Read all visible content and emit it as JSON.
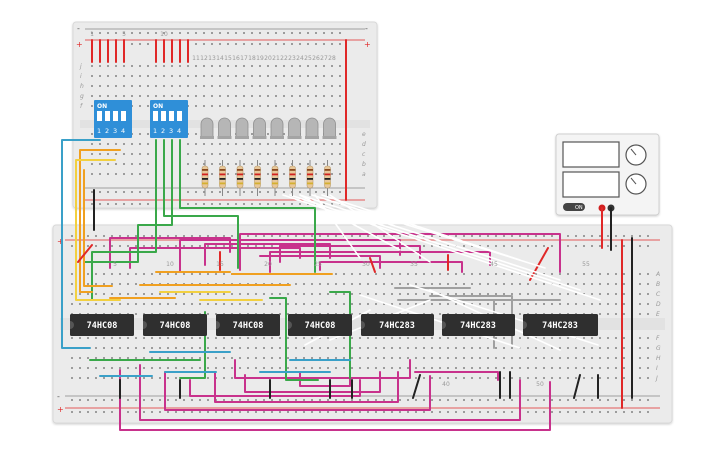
{
  "chips": [
    "74HC08",
    "74HC08",
    "74HC08",
    "74HC08",
    "74HC283",
    "74HC283",
    "74HC283"
  ],
  "dip_switches": [
    {
      "on": "ON",
      "numbers": [
        "1",
        "2",
        "3",
        "4"
      ]
    },
    {
      "on": "ON",
      "numbers": [
        "1",
        "2",
        "3",
        "4"
      ]
    }
  ],
  "top_board": {
    "column_numbers": [
      "1",
      "5",
      "10",
      "11",
      "12",
      "13",
      "14",
      "15",
      "16",
      "17",
      "18",
      "19",
      "20",
      "21",
      "22",
      "23",
      "24",
      "25",
      "26",
      "27",
      "28"
    ],
    "row_letters_top": [
      "j",
      "i",
      "h",
      "g",
      "f"
    ],
    "row_letters_bottom": [
      "e",
      "d",
      "c",
      "b",
      "a"
    ]
  },
  "bottom_board": {
    "column_numbers": [
      "5",
      "10",
      "15",
      "20",
      "25",
      "30",
      "35",
      "40",
      "45",
      "50",
      "55"
    ],
    "row_letters_top": [
      "A",
      "B",
      "C",
      "D",
      "E"
    ],
    "row_letters_bottom": [
      "F",
      "G",
      "H",
      "I",
      "J"
    ]
  },
  "rail_signs": {
    "plus": "+",
    "minus": "-"
  },
  "power_supply": {
    "button_label": "ON"
  },
  "led_count": 8,
  "resistor_count": 8,
  "colors": {
    "board": "#e9e9e9",
    "chip": "#2f2f2f",
    "dip_switch": "#2f8fd8",
    "led": "#b6b6b6",
    "wire_magenta": "#c8328c",
    "wire_green": "#3aa84a",
    "wire_orange": "#f0a020",
    "wire_yellow": "#f2d040",
    "wire_cyan": "#3aa0c8",
    "wire_red": "#e02828",
    "wire_grey": "#9a9a9a",
    "wire_white": "#ffffff",
    "wire_black": "#222222"
  }
}
